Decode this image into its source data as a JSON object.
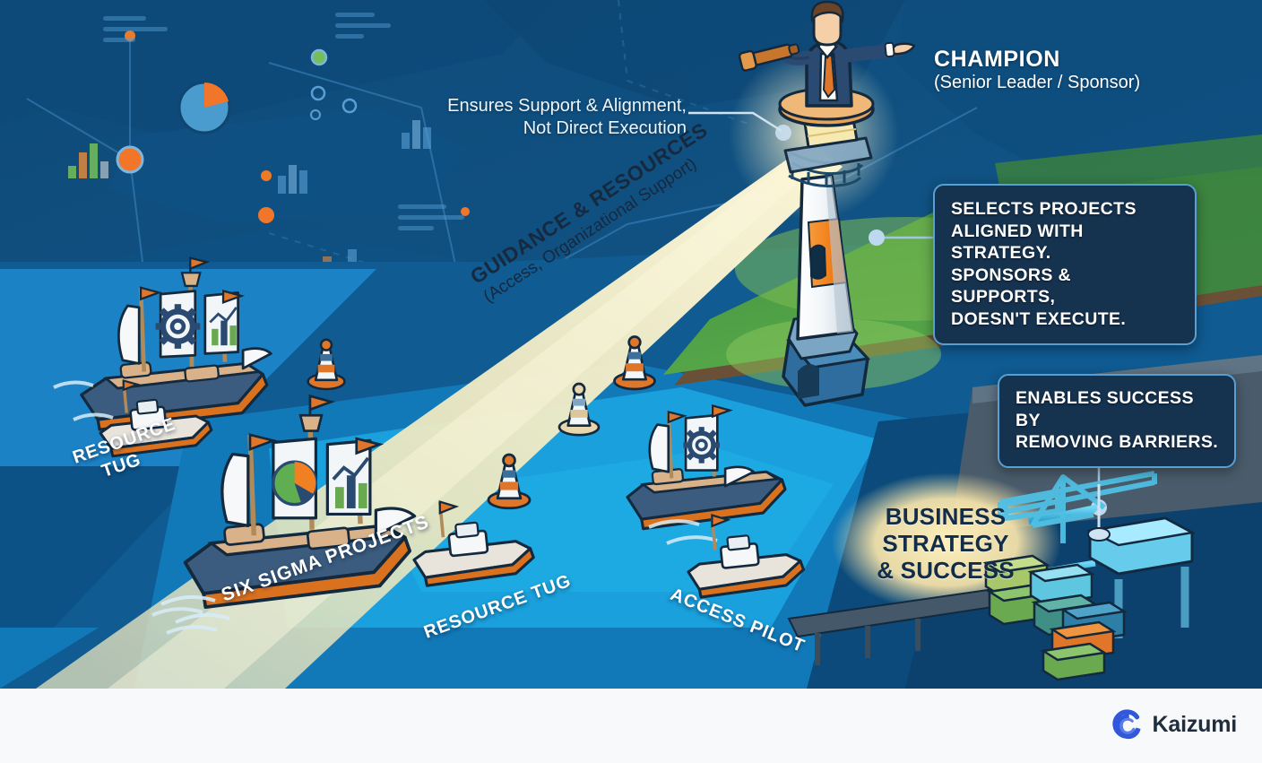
{
  "scene": {
    "title_block": {
      "champion_title": "CHAMPION",
      "champion_subtitle": "(Senior Leader / Sponsor)"
    },
    "annotation_left": "Ensures Support & Alignment,\nNot Direct Execution",
    "beam_label": {
      "primary": "GUIDANCE & RESOURCES",
      "secondary": "(Access, Organizational Support)"
    },
    "callouts": [
      {
        "id": "selects-projects",
        "lines": [
          "SELECTS PROJECTS",
          "ALIGNED WITH STRATEGY.",
          "SPONSORS & SUPPORTS,",
          "DOESN'T EXECUTE."
        ]
      },
      {
        "id": "enables-success",
        "lines": [
          "ENABLES SUCCESS BY",
          "REMOVING BARRIERS."
        ]
      }
    ],
    "destination": {
      "lines": [
        "BUSINESS",
        "STRATEGY",
        "& SUCCESS"
      ]
    },
    "vessel_labels": [
      {
        "id": "resource-tug-upper",
        "text": "RESOURCE\nTUG"
      },
      {
        "id": "six-sigma-projects",
        "text": "SIX SIGMA PROJECTS"
      },
      {
        "id": "resource-tug-lower",
        "text": "RESOURCE TUG"
      },
      {
        "id": "access-pilot",
        "text": "ACCESS PILOT"
      }
    ],
    "icons": {
      "champion": "businessman-with-telescope-icon",
      "lighthouse": "lighthouse-icon",
      "light_beam": "light-beam-icon",
      "buoy": "navigation-buoy-icon",
      "sailing_ship": "sailing-ship-icon",
      "tugboat": "tugboat-icon",
      "port_crane": "port-crane-icon",
      "containers": "shipping-containers-icon",
      "sail_emblem_gear": "gear-icon",
      "sail_emblem_bar_chart": "bar-chart-icon",
      "sail_emblem_pie_chart": "pie-chart-icon",
      "map_pin": "map-pin-icon"
    },
    "colors": {
      "deep_sea": "#0b4d7f",
      "mid_sea": "#1279b8",
      "light_sea": "#1ba3dd",
      "land_green": "#4f9e46",
      "land_green_light": "#7dbc52",
      "lighthouse_orange": "#f08022",
      "beam_cream": "#f3ecc4",
      "callout_fill": "#15324f",
      "callout_border": "#5a9fd4",
      "text_white": "#ffffff",
      "destination_text": "#132c47",
      "footer_bg": "#f7f9fb",
      "brand_blue": "#3158d8"
    }
  },
  "footer": {
    "brand_name": "Kaizumi",
    "brand_mark": "kaizumi-swirl-logo-icon"
  }
}
